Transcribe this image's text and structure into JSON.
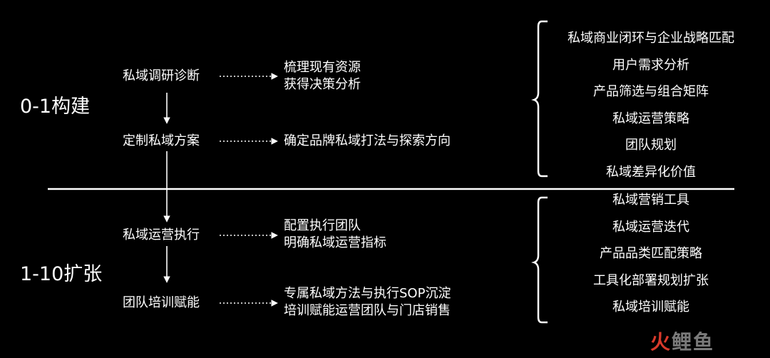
{
  "phases": [
    {
      "label": "0-1构建",
      "steps": [
        {
          "name": "私域调研诊断",
          "desc": [
            "梳理现有资源",
            "获得决策分析"
          ]
        },
        {
          "name": "定制私域方案",
          "desc": [
            "确定品牌私域打法与探索方向"
          ]
        }
      ],
      "outcomes": [
        "私域商业闭环与企业战略匹配",
        "用户需求分析",
        "产品筛选与组合矩阵",
        "私域运营策略",
        "团队规划",
        "私域差异化价值"
      ]
    },
    {
      "label": "1-10扩张",
      "steps": [
        {
          "name": "私域运营执行",
          "desc": [
            "配置执行团队",
            "明确私域运营指标"
          ]
        },
        {
          "name": "团队培训赋能",
          "desc": [
            "专属私域方法与执行SOP沉淀",
            "培训赋能运营团队与门店销售"
          ]
        }
      ],
      "outcomes": [
        "私域营销工具",
        "私域运营迭代",
        "产品品类匹配策略",
        "工具化部署规划扩张",
        "私域培训赋能"
      ]
    }
  ],
  "watermark": "火鲤鱼",
  "colors": {
    "background": "#000000",
    "text": "#ffffff",
    "watermark_fire": "#d93a2b",
    "watermark_fish": "#7a7a7a"
  }
}
